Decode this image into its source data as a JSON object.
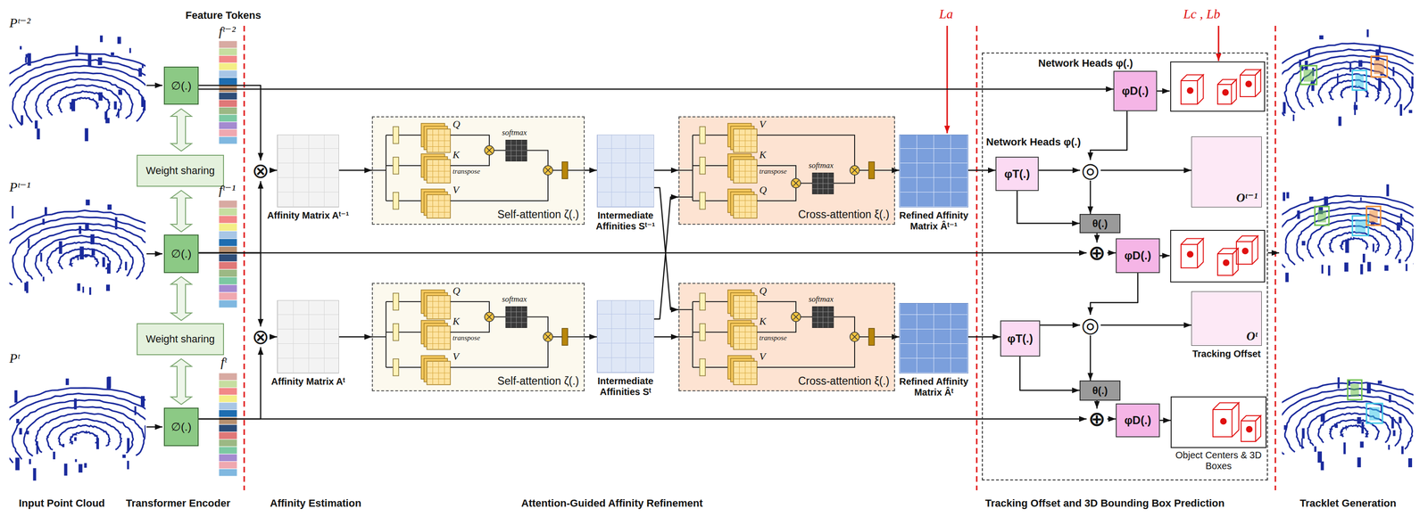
{
  "diagram": {
    "nodes": [
      {
        "text": [
          "∅(.)"
        ]
      },
      {
        "text": [
          "∅(.)"
        ]
      },
      {
        "text": [
          "∅(.)"
        ]
      },
      {
        "text": [
          "Weight sharing"
        ]
      },
      {
        "text": [
          "Weight sharing"
        ]
      },
      {
        "text": [
          "⊗"
        ]
      },
      {
        "text": [
          "⊗"
        ]
      },
      {
        "text": [
          "Affinity Matrix Aᵗ⁻¹"
        ]
      },
      {
        "text": [
          "Affinity Matrix Aᵗ"
        ]
      },
      {
        "text": [
          "Self-attention ζ(.)"
        ]
      },
      {
        "text": [
          "Self-attention ζ(.)"
        ]
      },
      {
        "text": [
          "Intermediate Affinities Sᵗ⁻¹"
        ]
      },
      {
        "text": [
          "Intermediate Affinities Sᵗ"
        ]
      },
      {
        "text": [
          "Cross-attention ξ(.)"
        ]
      },
      {
        "text": [
          "Cross-attention ξ(.)"
        ]
      },
      {
        "text": [
          "Refined Affinity Matrix Âᵗ⁻¹"
        ]
      },
      {
        "text": [
          "Refined Affinity Matrix Âᵗ"
        ]
      },
      {
        "text": [
          "Network Heads φ(.)"
        ]
      },
      {
        "text": [
          "φT(.)"
        ],
        "in": 17
      },
      {
        "text": [
          "φT(.)"
        ],
        "in": 17
      },
      {
        "text": [
          "φD(.)"
        ],
        "in": 17
      },
      {
        "text": [
          "◎"
        ],
        "in": 17
      },
      {
        "text": [
          "Oᵗ⁻¹"
        ],
        "in": 17
      },
      {
        "text": [
          "θ(.)"
        ],
        "in": 17
      },
      {
        "text": [
          "⊕"
        ],
        "in": 17
      },
      {
        "text": [
          "φD(.)"
        ],
        "in": 17
      },
      {
        "text": [
          "◎"
        ],
        "in": 17
      },
      {
        "text": [
          "Oᵗ",
          "Tracking Offset"
        ],
        "in": 17
      },
      {
        "text": [
          "θ(.)"
        ],
        "in": 17
      },
      {
        "text": [
          "⊕"
        ],
        "in": 17
      },
      {
        "text": [
          "φD(.)"
        ],
        "in": 17
      },
      {
        "text": [
          "Object Centers & 3D Boxes"
        ],
        "in": 17
      }
    ],
    "edges": [
      {
        "from": 0,
        "to": 5,
        "arrow": "to"
      },
      {
        "from": 0,
        "to": 20,
        "arrow": "to"
      },
      {
        "from": 1,
        "to": 5,
        "arrow": "to"
      },
      {
        "from": 1,
        "to": 6,
        "arrow": "to"
      },
      {
        "from": 1,
        "to": 24,
        "arrow": "to"
      },
      {
        "from": 2,
        "to": 6,
        "arrow": "to"
      },
      {
        "from": 2,
        "to": 29,
        "arrow": "to"
      },
      {
        "from": 5,
        "to": 7,
        "arrow": "to"
      },
      {
        "from": 6,
        "to": 8,
        "arrow": "to"
      },
      {
        "from": 7,
        "to": 9,
        "arrow": "to"
      },
      {
        "from": 8,
        "to": 10,
        "arrow": "to"
      },
      {
        "from": 9,
        "to": 11,
        "arrow": "to"
      },
      {
        "from": 10,
        "to": 12,
        "arrow": "to"
      },
      {
        "from": 11,
        "to": 13,
        "arrow": "to"
      },
      {
        "from": 11,
        "to": 14,
        "arrow": "to"
      },
      {
        "from": 12,
        "to": 13,
        "arrow": "to"
      },
      {
        "from": 12,
        "to": 14,
        "arrow": "to"
      },
      {
        "from": 13,
        "to": 15,
        "arrow": "to"
      },
      {
        "from": 14,
        "to": 16,
        "arrow": "to"
      },
      {
        "from": 15,
        "to": 18,
        "arrow": "to"
      },
      {
        "from": 16,
        "to": 19,
        "arrow": "to"
      },
      {
        "from": 18,
        "to": 21,
        "arrow": "to"
      },
      {
        "from": 18,
        "to": 23,
        "arrow": "to"
      },
      {
        "from": 20,
        "to": 21,
        "arrow": "to"
      },
      {
        "from": 21,
        "to": 22,
        "arrow": "to"
      },
      {
        "from": 21,
        "to": 23,
        "arrow": "to"
      },
      {
        "from": 23,
        "to": 24,
        "arrow": "to"
      },
      {
        "from": 24,
        "to": 25,
        "arrow": "to"
      },
      {
        "from": 25,
        "to": 26,
        "arrow": "to"
      },
      {
        "from": 19,
        "to": 26,
        "arrow": "to"
      },
      {
        "from": 19,
        "to": 28,
        "arrow": "to"
      },
      {
        "from": 26,
        "to": 27,
        "arrow": "to"
      },
      {
        "from": 26,
        "to": 28,
        "arrow": "to"
      },
      {
        "from": 28,
        "to": 29,
        "arrow": "to"
      },
      {
        "from": 29,
        "to": 30,
        "arrow": "to"
      },
      {
        "from": 30,
        "to": 31,
        "arrow": "to"
      }
    ],
    "labels": [
      "Pᵗ⁻²",
      "Pᵗ⁻¹",
      "Pᵗ",
      "Feature Tokens",
      "fᵗ⁻²",
      "fᵗ⁻¹",
      "fᵗ",
      "Q",
      "K",
      "transpose",
      "V",
      "softmax",
      "V",
      "K",
      "transpose",
      "Q",
      "softmax",
      "Q",
      "K",
      "transpose",
      "V",
      "softmax",
      "Q",
      "K",
      "transpose",
      "V",
      "softmax",
      "La",
      "Lc , Lb",
      "Network Heads φ(.)",
      "Input Point Cloud",
      "Transformer Encoder",
      "Affinity Estimation",
      "Attention-Guided Affinity Refinement",
      "Tracking Offset and 3D Bounding Box Prediction",
      "Tracklet Generation"
    ]
  }
}
